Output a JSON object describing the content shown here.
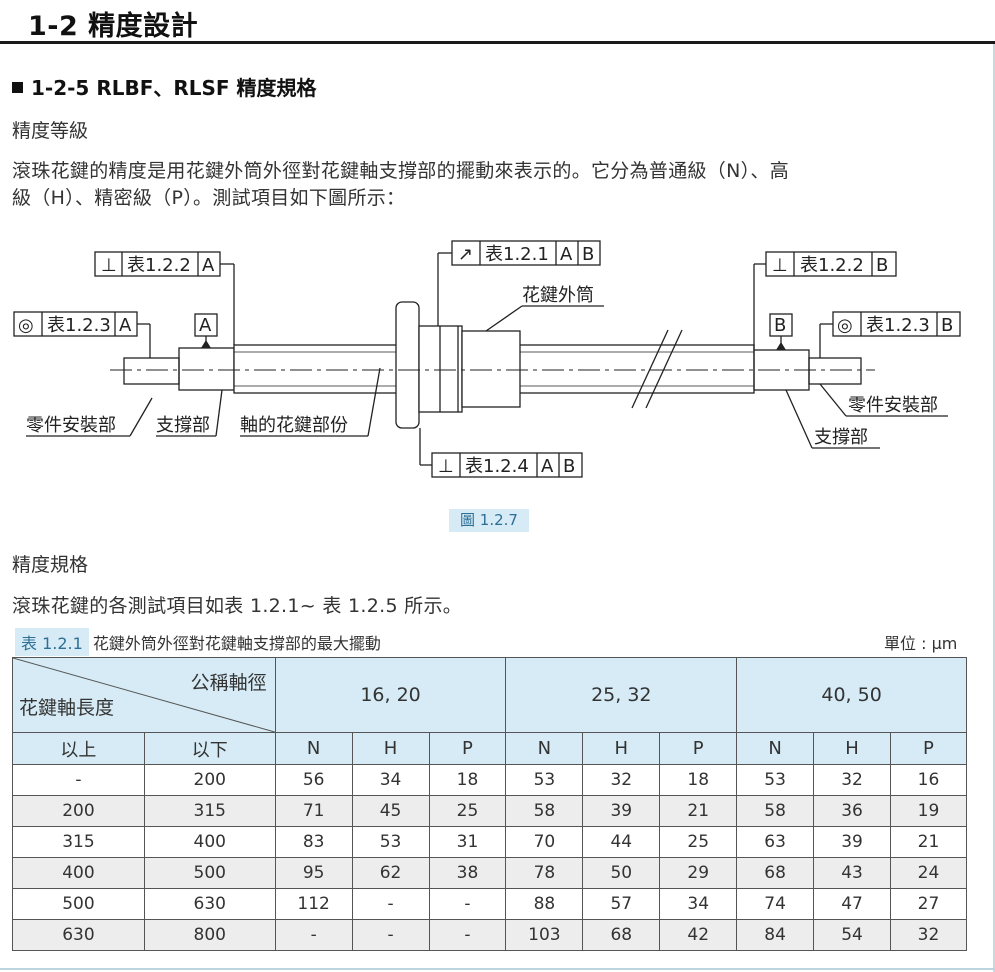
{
  "heading": "1-2 精度設計",
  "section_title": "1-2-5 RLBF、RLSF 精度規格",
  "grade_title": "精度等級",
  "grade_text_1": "滾珠花鍵的精度是用花鍵外筒外徑對花鍵軸支撐部的擺動來表示的。它分為普通級（N）、高",
  "grade_text_2": "級（H）、精密級（P）。測試項目如下圖所示：",
  "figure": {
    "caption": "圖 1.2.7",
    "label_sleeve": "花鍵外筒",
    "label_mount_left": "零件安裝部",
    "label_support_left": "支撐部",
    "label_shaft_spline": "軸的花鍵部份",
    "label_mount_right": "零件安裝部",
    "label_support_right": "支撐部",
    "datum_a": "A",
    "datum_b": "B",
    "ref_122": "表1.2.2",
    "ref_123": "表1.2.3",
    "ref_121": "表1.2.1",
    "ref_124": "表1.2.4",
    "sym_perp": "⊥",
    "sym_conc": "◎",
    "sym_runout": "↗"
  },
  "spec_title": "精度規格",
  "spec_text": "滾珠花鍵的各測試項目如表 1.2.1~ 表 1.2.5 所示。",
  "table": {
    "tag": "表 1.2.1",
    "title": "花鍵外筒外徑對花鍵軸支撐部的最大擺動",
    "unit": "單位 : μm",
    "diag_top": "公稱軸徑",
    "diag_bottom": "花鍵軸長度",
    "groups": [
      "16, 20",
      "25, 32",
      "40, 50"
    ],
    "col_above": "以上",
    "col_below": "以下",
    "grades": [
      "N",
      "H",
      "P",
      "N",
      "H",
      "P",
      "N",
      "H",
      "P"
    ],
    "rows": [
      [
        "-",
        "200",
        "56",
        "34",
        "18",
        "53",
        "32",
        "18",
        "53",
        "32",
        "16"
      ],
      [
        "200",
        "315",
        "71",
        "45",
        "25",
        "58",
        "39",
        "21",
        "58",
        "36",
        "19"
      ],
      [
        "315",
        "400",
        "83",
        "53",
        "31",
        "70",
        "44",
        "25",
        "63",
        "39",
        "21"
      ],
      [
        "400",
        "500",
        "95",
        "62",
        "38",
        "78",
        "50",
        "29",
        "68",
        "43",
        "24"
      ],
      [
        "500",
        "630",
        "112",
        "-",
        "-",
        "88",
        "57",
        "34",
        "74",
        "47",
        "27"
      ],
      [
        "630",
        "800",
        "-",
        "-",
        "-",
        "103",
        "68",
        "42",
        "84",
        "54",
        "32"
      ]
    ]
  },
  "colors": {
    "header_bg": "#d6ebf5",
    "caption_text": "#2d6f96",
    "alt_row": "#ededed"
  }
}
